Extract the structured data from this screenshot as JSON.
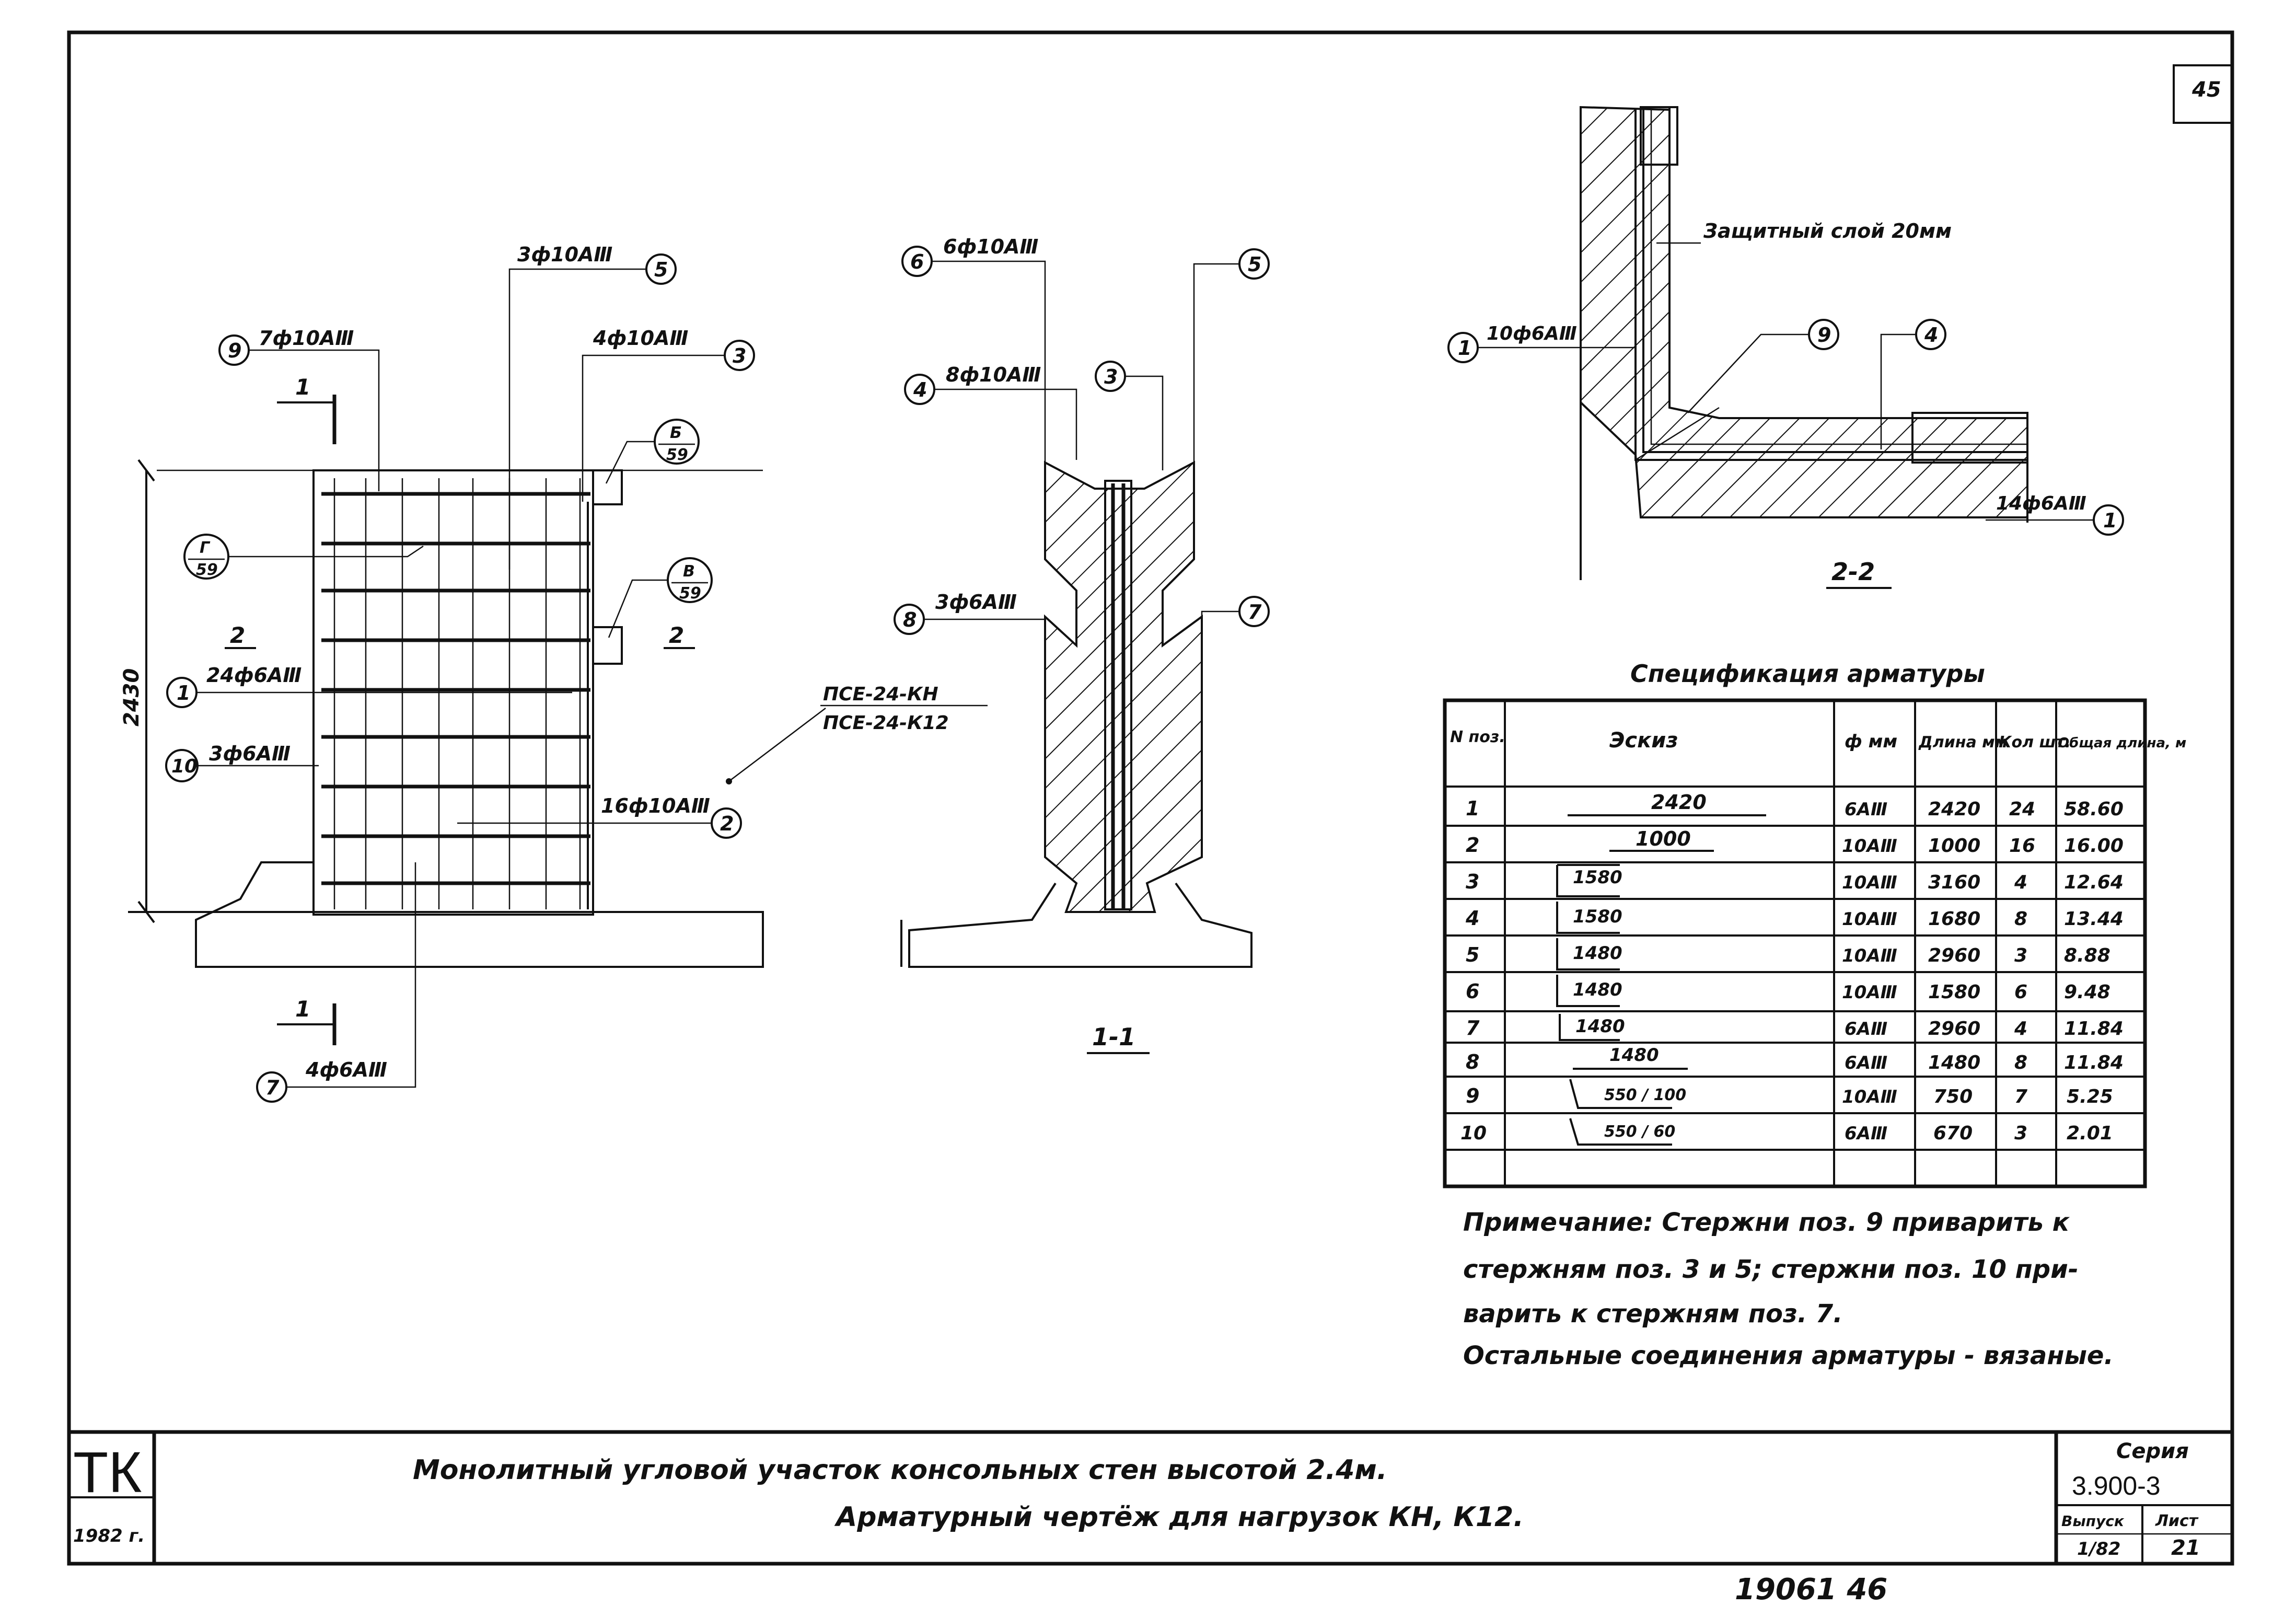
{
  "sheet": {
    "page_number": "45",
    "stamp_number": "19061  46"
  },
  "elevation": {
    "height_dim": "2430",
    "callouts": [
      {
        "num": "9",
        "text": "7ф10АⅢ"
      },
      {
        "num": "5",
        "text": "3ф10АⅢ"
      },
      {
        "num": "3",
        "text": "4ф10АⅢ"
      },
      {
        "num": "1",
        "text": "24ф6АⅢ"
      },
      {
        "num": "10",
        "text": "3ф6АⅢ"
      },
      {
        "num": "2",
        "text": "16ф10АⅢ"
      },
      {
        "num": "7",
        "text": "4ф6АⅢ"
      }
    ],
    "detail_refs": [
      {
        "letter": "Б",
        "sheet": "59"
      },
      {
        "letter": "Г",
        "sheet": "59"
      },
      {
        "letter": "В",
        "sheet": "59"
      }
    ],
    "section_1": "1",
    "section_2": "2",
    "product_marks": [
      "ПСЕ-24-КН",
      "ПСЕ-24-К12"
    ]
  },
  "section_1_1": {
    "title": "1-1",
    "callouts": [
      {
        "num": "6",
        "text": "6ф10АⅢ"
      },
      {
        "num": "5",
        "text": ""
      },
      {
        "num": "4",
        "text": "8ф10АⅢ"
      },
      {
        "num": "3",
        "text": ""
      },
      {
        "num": "8",
        "text": "3ф6АⅢ"
      },
      {
        "num": "7",
        "text": ""
      }
    ]
  },
  "section_2_2": {
    "title": "2-2",
    "cover_note": "Защитный слой 20мм",
    "callouts": [
      {
        "num": "1",
        "text": "10ф6АⅢ"
      },
      {
        "num": "9",
        "text": ""
      },
      {
        "num": "4",
        "text": ""
      },
      {
        "num": "1",
        "text": "14ф6АⅢ"
      }
    ]
  },
  "spec": {
    "title": "Спецификация арматуры",
    "headers": [
      "N поз.",
      "Эскиз",
      "ф мм",
      "Длина мм",
      "Кол шт.",
      "Общая длина, м"
    ],
    "rows": [
      {
        "pos": "1",
        "sketch": "2420",
        "dia": "6АⅢ",
        "len": "2420",
        "qty": "24",
        "total": "58.60"
      },
      {
        "pos": "2",
        "sketch": "1000",
        "dia": "10АⅢ",
        "len": "1000",
        "qty": "16",
        "total": "16.00"
      },
      {
        "pos": "3",
        "sketch": "1580",
        "dia": "10АⅢ",
        "len": "3160",
        "qty": "4",
        "total": "12.64"
      },
      {
        "pos": "4",
        "sketch": "1580",
        "dia": "10АⅢ",
        "len": "1680",
        "qty": "8",
        "total": "13.44"
      },
      {
        "pos": "5",
        "sketch": "1480",
        "dia": "10АⅢ",
        "len": "2960",
        "qty": "3",
        "total": "8.88"
      },
      {
        "pos": "6",
        "sketch": "1480",
        "dia": "10АⅢ",
        "len": "1580",
        "qty": "6",
        "total": "9.48"
      },
      {
        "pos": "7",
        "sketch": "1480",
        "dia": "6АⅢ",
        "len": "2960",
        "qty": "4",
        "total": "11.84"
      },
      {
        "pos": "8",
        "sketch": "1480",
        "dia": "6АⅢ",
        "len": "1480",
        "qty": "8",
        "total": "11.84"
      },
      {
        "pos": "9",
        "sketch": "550 / 100",
        "dia": "10АⅢ",
        "len": "750",
        "qty": "7",
        "total": "5.25"
      },
      {
        "pos": "10",
        "sketch": "550 / 60",
        "dia": "6АⅢ",
        "len": "670",
        "qty": "3",
        "total": "2.01"
      }
    ]
  },
  "note": {
    "line1": "Примечание: Стержни поз. 9 приварить к",
    "line2": "стержням поз. 3 и 5; стержни поз. 10 при-",
    "line3": "варить к стержням поз. 7.",
    "line4": "Остальные соединения арматуры - вязаные."
  },
  "title_block": {
    "logo": "ТК",
    "year": "1982 г.",
    "title_line1": "Монолитный угловой участок консольных стен высотой 2.4м.",
    "title_line2": "Арматурный чертёж для нагрузок КН, К12.",
    "series_label": "Серия",
    "series_value": "3.900-3",
    "issue_label": "Выпуск",
    "issue_value": "1/82",
    "sheet_label": "Лист",
    "sheet_value": "21"
  }
}
